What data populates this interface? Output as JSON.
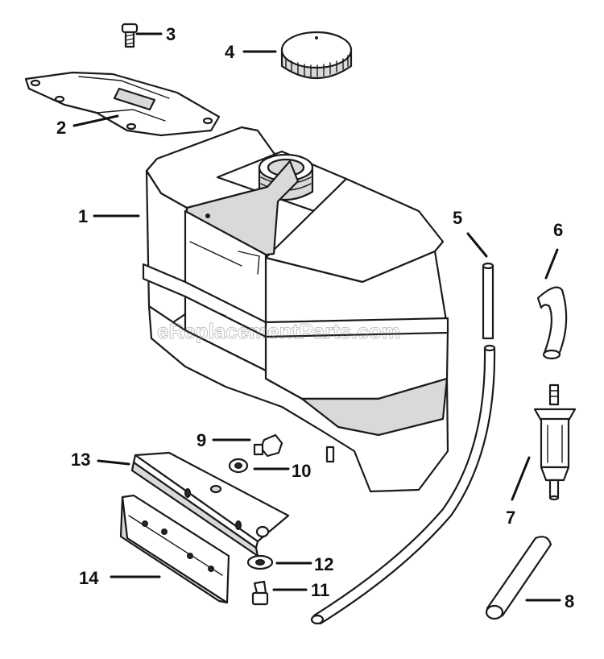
{
  "diagram": {
    "watermark": "eReplacementParts.com",
    "callouts": [
      {
        "id": "1",
        "label": "1"
      },
      {
        "id": "2",
        "label": "2"
      },
      {
        "id": "3",
        "label": "3"
      },
      {
        "id": "4",
        "label": "4"
      },
      {
        "id": "5",
        "label": "5"
      },
      {
        "id": "6",
        "label": "6"
      },
      {
        "id": "7",
        "label": "7"
      },
      {
        "id": "8",
        "label": "8"
      },
      {
        "id": "9",
        "label": "9"
      },
      {
        "id": "10",
        "label": "10"
      },
      {
        "id": "11",
        "label": "11"
      },
      {
        "id": "12",
        "label": "12"
      },
      {
        "id": "13",
        "label": "13"
      },
      {
        "id": "14",
        "label": "14"
      }
    ]
  }
}
